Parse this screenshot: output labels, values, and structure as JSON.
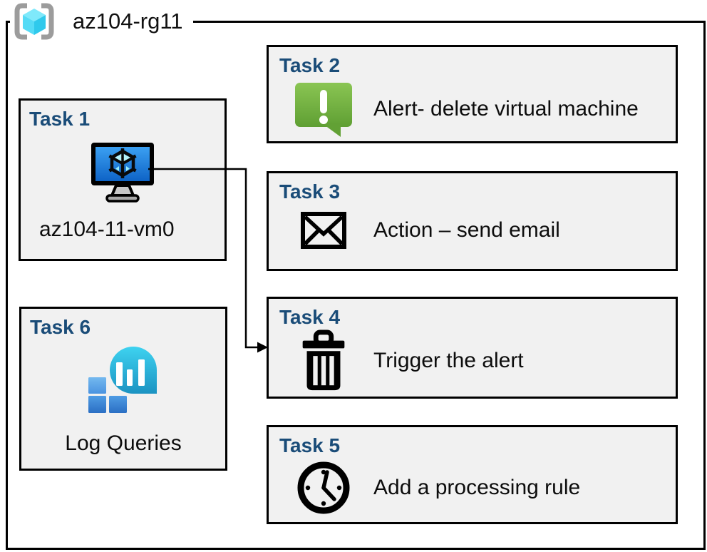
{
  "header": {
    "resource_group": "az104-rg11",
    "icon": "resource-group-icon"
  },
  "tasks": {
    "t1": {
      "label": "Task 1",
      "caption": "az104-11-vm0",
      "icon": "virtual-machine-icon"
    },
    "t2": {
      "label": "Task 2",
      "caption": "Alert- delete virtual machine",
      "icon": "alert-message-icon"
    },
    "t3": {
      "label": "Task 3",
      "caption": "Action – send email",
      "icon": "email-envelope-icon"
    },
    "t4": {
      "label": "Task 4",
      "caption": "Trigger the alert",
      "icon": "trash-icon"
    },
    "t5": {
      "label": "Task 5",
      "caption": "Add a processing rule",
      "icon": "clock-icon"
    },
    "t6": {
      "label": "Task 6",
      "caption": "Log Queries",
      "icon": "log-queries-icon"
    }
  },
  "connector": {
    "from": "Task 1 virtual machine",
    "to": "Task 4 Trigger the alert"
  },
  "colors": {
    "box_fill": "#F1F1F1",
    "border": "#000000",
    "task_label_blue": "#1A4C78",
    "alert_green_top": "#87C250",
    "alert_green_bottom": "#5F9F33",
    "vm_screen_top": "#3BA0F2",
    "vm_screen_bottom": "#0E63C6",
    "rg_cube_top": "#7FE9FB",
    "rg_cube_left": "#55DBF6",
    "rg_cube_right": "#2FC9EC",
    "rg_bracket_gray": "#9C9C9C",
    "log_drop_top": "#3ED2F0",
    "log_drop_bottom": "#1B93C2",
    "log_square_light": "#66AFE9",
    "log_square_dark": "#2D71C6"
  }
}
